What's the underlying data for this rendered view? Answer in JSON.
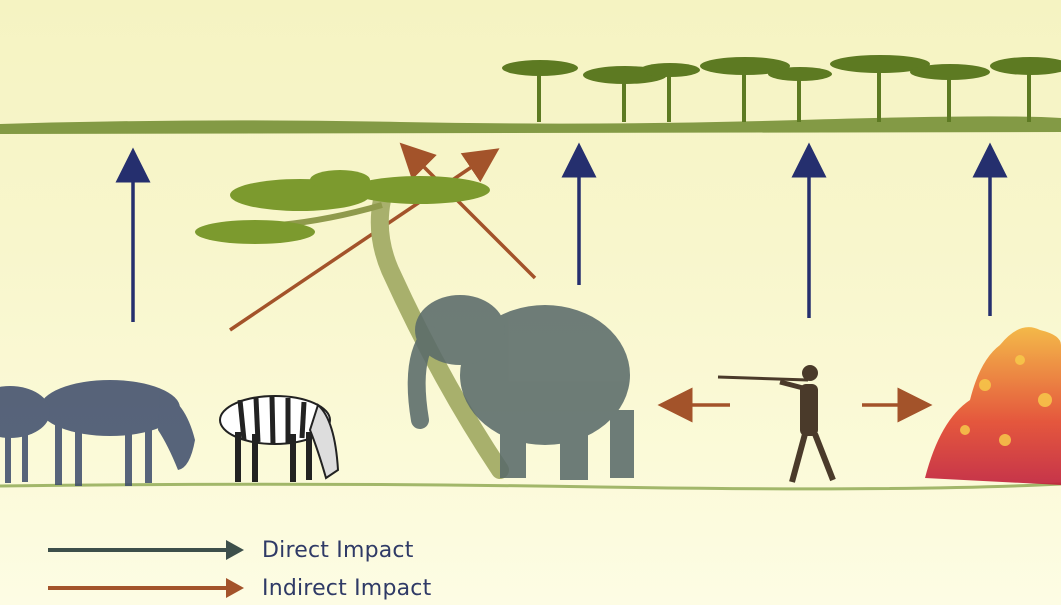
{
  "legend": {
    "direct_label": "Direct Impact",
    "indirect_label": "Indirect Impact"
  },
  "colors": {
    "direct": "#3d4f4a",
    "indirect": "#a3532a",
    "arrow_up": "#252f6e",
    "savanna_trees": "#6f8a2e",
    "ground": "#7c9a3a",
    "fire": "#d63a2a"
  },
  "figures": [
    "wildebeest",
    "zebra",
    "acacia-tree",
    "elephant",
    "hunter",
    "fire",
    "savanna-treeline"
  ]
}
